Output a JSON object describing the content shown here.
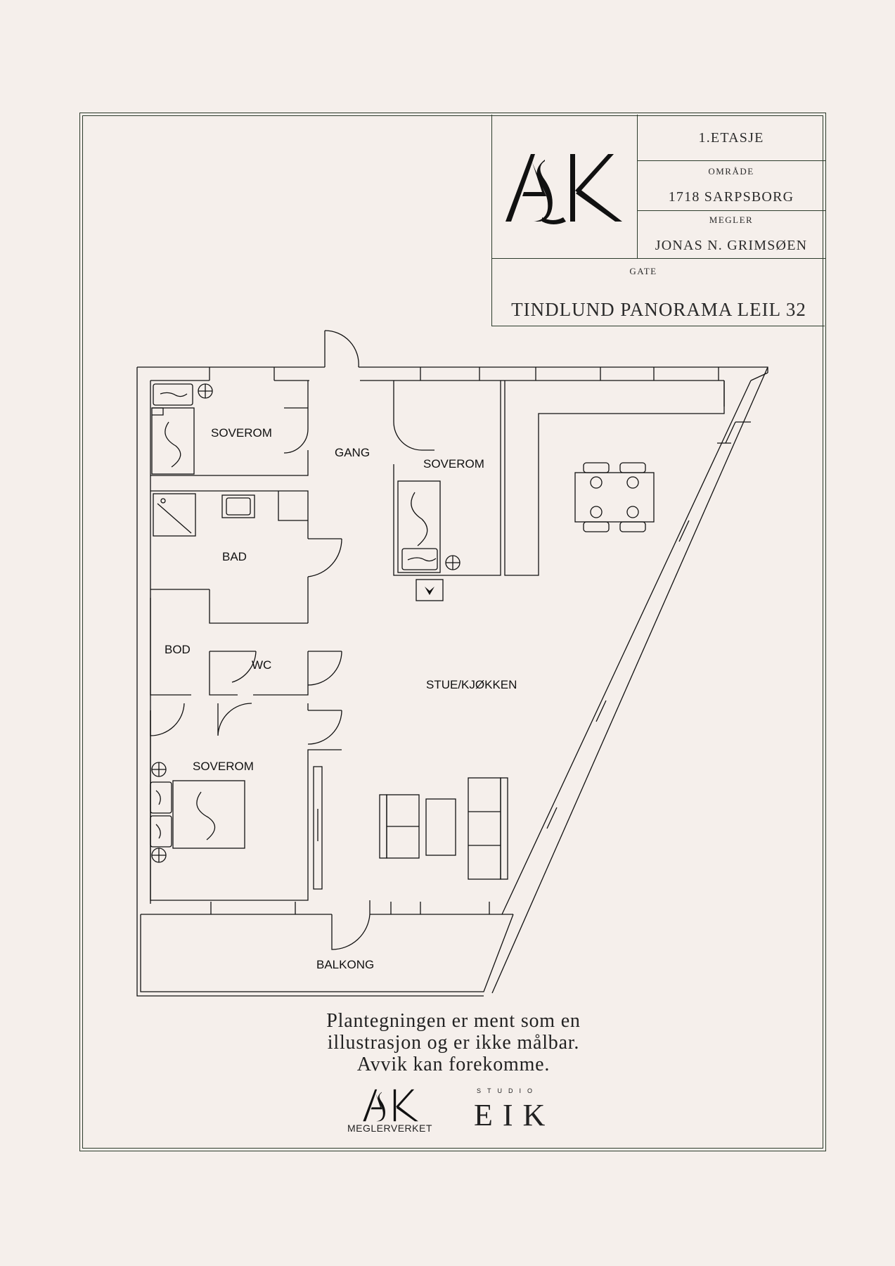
{
  "titleblock": {
    "floor": "1.ETASJE",
    "area_label": "OMRÅDE",
    "area_value": "1718 SARPSBORG",
    "broker_label": "MEGLER",
    "broker_value": "JONAS N. GRIMSØEN",
    "street_label": "GATE",
    "street_value": "TINDLUND PANORAMA LEIL 32",
    "logo_text": "ASK"
  },
  "rooms": {
    "soverom_1": "SOVEROM",
    "gang": "GANG",
    "soverom_2": "SOVEROM",
    "bad": "BAD",
    "bod": "BOD",
    "wc": "WC",
    "stue": "STUE/KJØKKEN",
    "soverom_3": "SOVEROM",
    "balkong": "BALKONG"
  },
  "disclaimer": {
    "line1": "Plantegningen er ment som en",
    "line2": "illustrasjon og er ikke målbar.",
    "line3": "Avvik kan forekomme."
  },
  "footer": {
    "ask_logo": "ASK",
    "ask_sub": "MEGLERVERKET",
    "eik_top": "STUDIO",
    "eik_main": "EIK"
  },
  "colors": {
    "background": "#f5efeb",
    "frame": "#2c3b2b",
    "ink": "#111111"
  }
}
